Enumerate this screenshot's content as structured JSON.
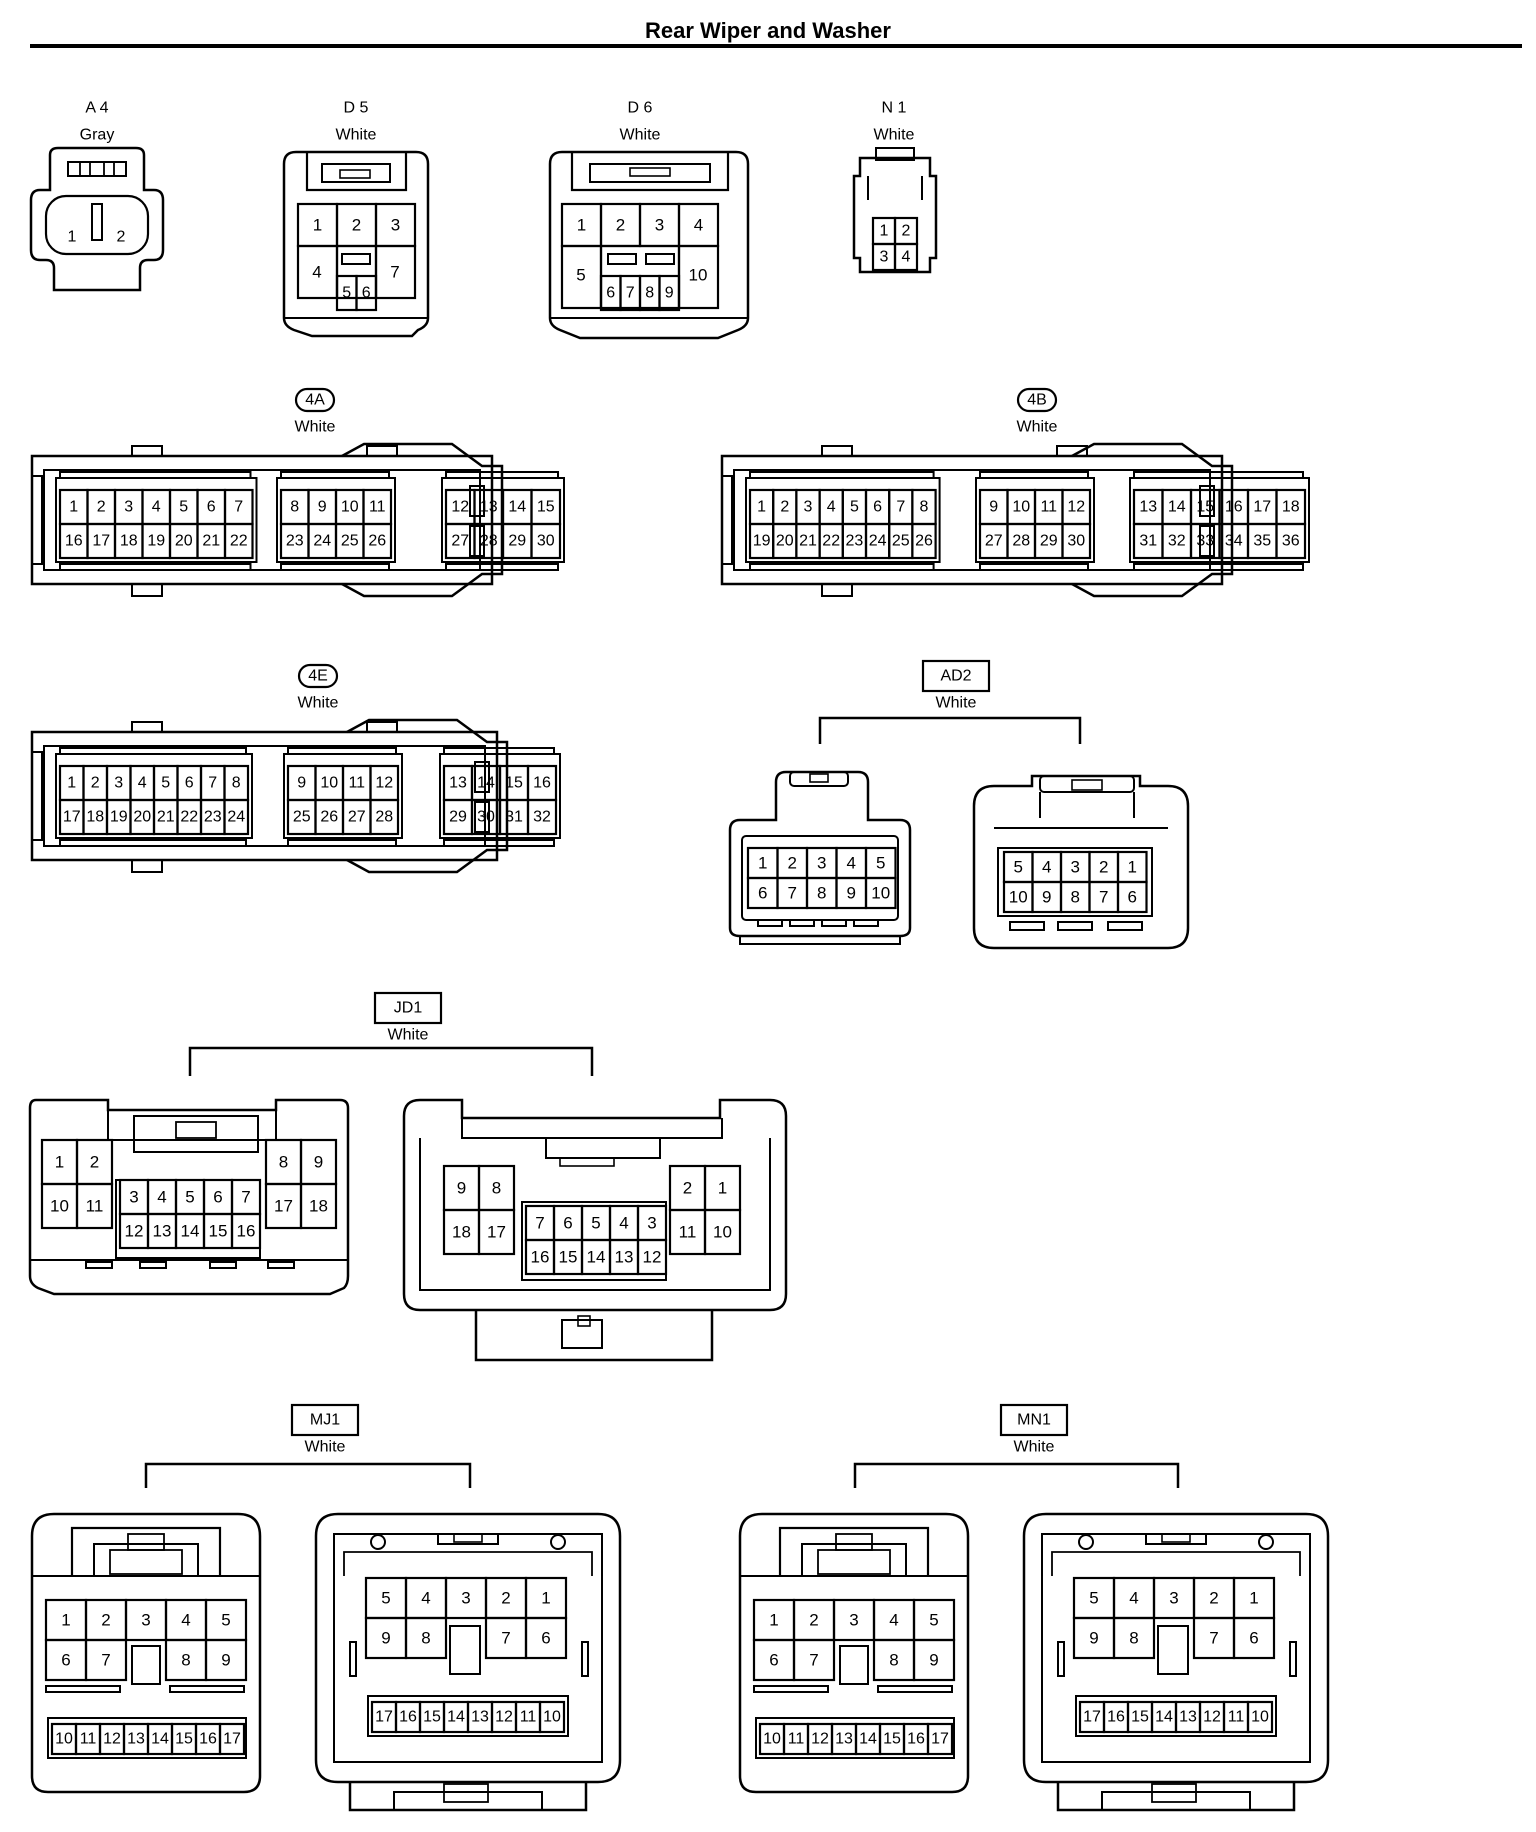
{
  "title": "Rear Wiper and Washer",
  "colors": {
    "ink": "#000000",
    "paper": "#ffffff"
  },
  "connectors": [
    {
      "id": "A4",
      "code": "A 4",
      "color_name": "Gray",
      "boxed": false,
      "oval": false
    },
    {
      "id": "D5",
      "code": "D 5",
      "color_name": "White",
      "boxed": false,
      "oval": false
    },
    {
      "id": "D6",
      "code": "D 6",
      "color_name": "White",
      "boxed": false,
      "oval": false
    },
    {
      "id": "N1",
      "code": "N 1",
      "color_name": "White",
      "boxed": false,
      "oval": false
    },
    {
      "id": "4A",
      "code": "4A",
      "color_name": "White",
      "boxed": false,
      "oval": true
    },
    {
      "id": "4B",
      "code": "4B",
      "color_name": "White",
      "boxed": false,
      "oval": true
    },
    {
      "id": "4E",
      "code": "4E",
      "color_name": "White",
      "boxed": false,
      "oval": true
    },
    {
      "id": "AD2",
      "code": "AD2",
      "color_name": "White",
      "boxed": true,
      "oval": false
    },
    {
      "id": "JD1",
      "code": "JD1",
      "color_name": "White",
      "boxed": true,
      "oval": false
    },
    {
      "id": "MJ1",
      "code": "MJ1",
      "color_name": "White",
      "boxed": true,
      "oval": false
    },
    {
      "id": "MN1",
      "code": "MN1",
      "color_name": "White",
      "boxed": true,
      "oval": false
    }
  ],
  "pins": {
    "A4": [
      [
        "1",
        "2"
      ]
    ],
    "D5": [
      [
        "1",
        "2",
        "3"
      ],
      [
        "4",
        "",
        "7"
      ],
      [
        "5",
        "6"
      ]
    ],
    "D6": [
      [
        "1",
        "2",
        "3",
        "4"
      ],
      [
        "5",
        "",
        "",
        "10"
      ],
      [
        "6",
        "7",
        "8",
        "9"
      ]
    ],
    "N1": [
      [
        "1",
        "2"
      ],
      [
        "3",
        "4"
      ]
    ],
    "4A": [
      [
        "1",
        "2",
        "3",
        "4",
        "5",
        "6",
        "7"
      ],
      [
        "16",
        "17",
        "18",
        "19",
        "20",
        "21",
        "22"
      ],
      [
        "8",
        "9",
        "10",
        "11"
      ],
      [
        "23",
        "24",
        "25",
        "26"
      ],
      [
        "12",
        "13",
        "14",
        "15"
      ],
      [
        "27",
        "28",
        "29",
        "30"
      ]
    ],
    "4B": [
      [
        "1",
        "2",
        "3",
        "4",
        "5",
        "6",
        "7",
        "8"
      ],
      [
        "19",
        "20",
        "21",
        "22",
        "23",
        "24",
        "25",
        "26"
      ],
      [
        "9",
        "10",
        "11",
        "12"
      ],
      [
        "27",
        "28",
        "29",
        "30"
      ],
      [
        "13",
        "14",
        "15",
        "16",
        "17",
        "18"
      ],
      [
        "31",
        "32",
        "33",
        "34",
        "35",
        "36"
      ]
    ],
    "4E": [
      [
        "1",
        "2",
        "3",
        "4",
        "5",
        "6",
        "7",
        "8"
      ],
      [
        "17",
        "18",
        "19",
        "20",
        "21",
        "22",
        "23",
        "24"
      ],
      [
        "9",
        "10",
        "11",
        "12"
      ],
      [
        "25",
        "26",
        "27",
        "28"
      ],
      [
        "13",
        "14",
        "15",
        "16"
      ],
      [
        "29",
        "30",
        "31",
        "32"
      ]
    ],
    "AD2_male": [
      [
        "1",
        "2",
        "3",
        "4",
        "5"
      ],
      [
        "6",
        "7",
        "8",
        "9",
        "10"
      ]
    ],
    "AD2_female": [
      [
        "5",
        "4",
        "3",
        "2",
        "1"
      ],
      [
        "10",
        "9",
        "8",
        "7",
        "6"
      ]
    ],
    "JD1_male": [
      [
        "1",
        "2"
      ],
      [
        "10",
        "11"
      ],
      [
        "3",
        "4",
        "5",
        "6",
        "7"
      ],
      [
        "12",
        "13",
        "14",
        "15",
        "16"
      ],
      [
        "8",
        "9"
      ],
      [
        "17",
        "18"
      ]
    ],
    "JD1_female": [
      [
        "9",
        "8"
      ],
      [
        "18",
        "17"
      ],
      [
        "7",
        "6",
        "5",
        "4",
        "3"
      ],
      [
        "16",
        "15",
        "14",
        "13",
        "12"
      ],
      [
        "2",
        "1"
      ],
      [
        "11",
        "10"
      ]
    ],
    "MJ1_male": [
      [
        "1",
        "2",
        "3",
        "4",
        "5"
      ],
      [
        "6",
        "7",
        "",
        "8",
        "9"
      ],
      [
        "10",
        "11",
        "12",
        "13",
        "14",
        "15",
        "16",
        "17"
      ]
    ],
    "MJ1_female": [
      [
        "5",
        "4",
        "3",
        "2",
        "1"
      ],
      [
        "9",
        "8",
        "",
        "7",
        "6"
      ],
      [
        "17",
        "16",
        "15",
        "14",
        "13",
        "12",
        "11",
        "10"
      ]
    ],
    "MN1_male": [
      [
        "1",
        "2",
        "3",
        "4",
        "5"
      ],
      [
        "6",
        "7",
        "",
        "8",
        "9"
      ],
      [
        "10",
        "11",
        "12",
        "13",
        "14",
        "15",
        "16",
        "17"
      ]
    ],
    "MN1_female": [
      [
        "5",
        "4",
        "3",
        "2",
        "1"
      ],
      [
        "9",
        "8",
        "",
        "7",
        "6"
      ],
      [
        "17",
        "16",
        "15",
        "14",
        "13",
        "12",
        "11",
        "10"
      ]
    ]
  }
}
